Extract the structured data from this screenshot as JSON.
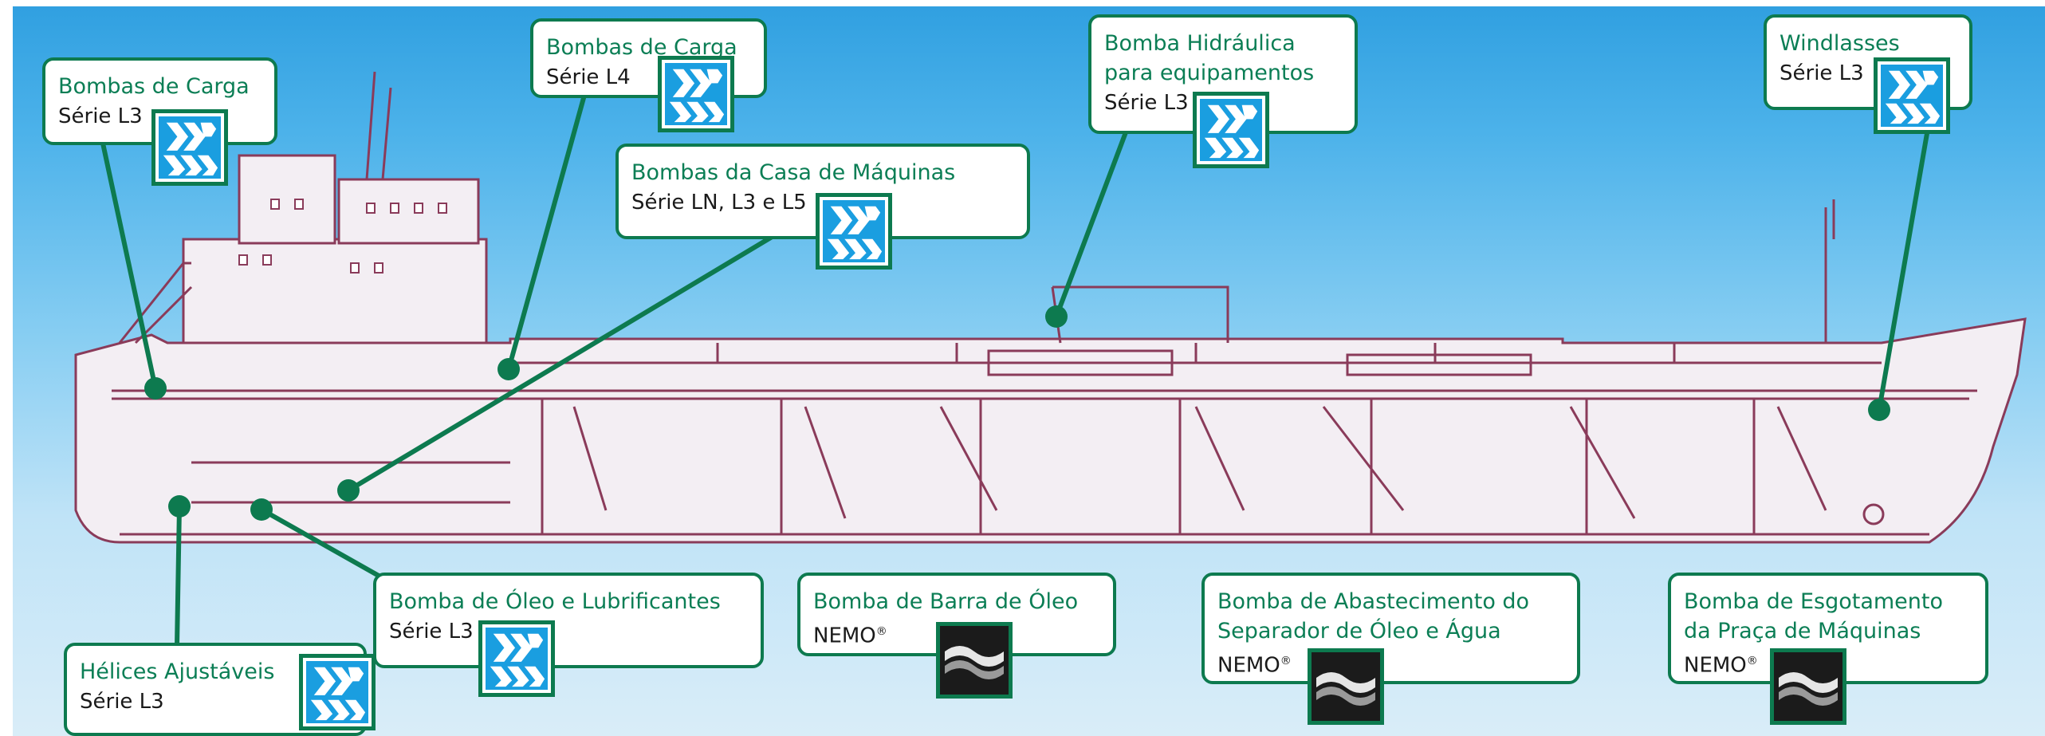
{
  "colors": {
    "accent": "#0d7a4f",
    "title_text": "#0b7e55",
    "sky_top": "#2f9fe0",
    "sky_bottom": "#d9edf8",
    "hull_line": "#8a3b5a"
  },
  "callouts": {
    "bombas_carga_l3": {
      "title": "Bombas de Carga",
      "sub": "Série L3",
      "logo": "leistritz-l-logo"
    },
    "bombas_carga_l4": {
      "title": "Bombas de Carga",
      "sub": "Série L4",
      "logo": "leistritz-l-logo"
    },
    "casa_maquinas": {
      "title": "Bombas da Casa de Máquinas",
      "sub": "Série LN, L3 e L5",
      "logo": "leistritz-l-logo"
    },
    "hidraulica": {
      "title_line1": "Bomba Hidráulica",
      "title_line2": "para equipamentos",
      "sub": "Série L3",
      "logo": "leistritz-l-logo"
    },
    "windlasses": {
      "title": "Windlasses",
      "sub": "Série L3",
      "logo": "leistritz-l-logo"
    },
    "oleo_lubrificantes": {
      "title": "Bomba de Óleo e Lubrificantes",
      "sub": "Série L3",
      "logo": "leistritz-l-logo"
    },
    "helices": {
      "title": "Hélices Ajustáveis",
      "sub": "Série L3",
      "logo": "leistritz-l-logo"
    },
    "barra_oleo": {
      "title": "Bomba de Barra de Óleo",
      "sub": "NEMO",
      "reg": "®",
      "logo": "nemo-wave-logo"
    },
    "separador": {
      "title_line1": "Bomba de Abastecimento do",
      "title_line2": "Separador de Óleo e Água",
      "sub": "NEMO",
      "reg": "®",
      "logo": "nemo-wave-logo"
    },
    "esgotamento": {
      "title_line1": "Bomba de Esgotamento",
      "title_line2": "da Praça de Máquinas",
      "sub": "NEMO",
      "reg": "®",
      "logo": "nemo-wave-logo"
    }
  }
}
